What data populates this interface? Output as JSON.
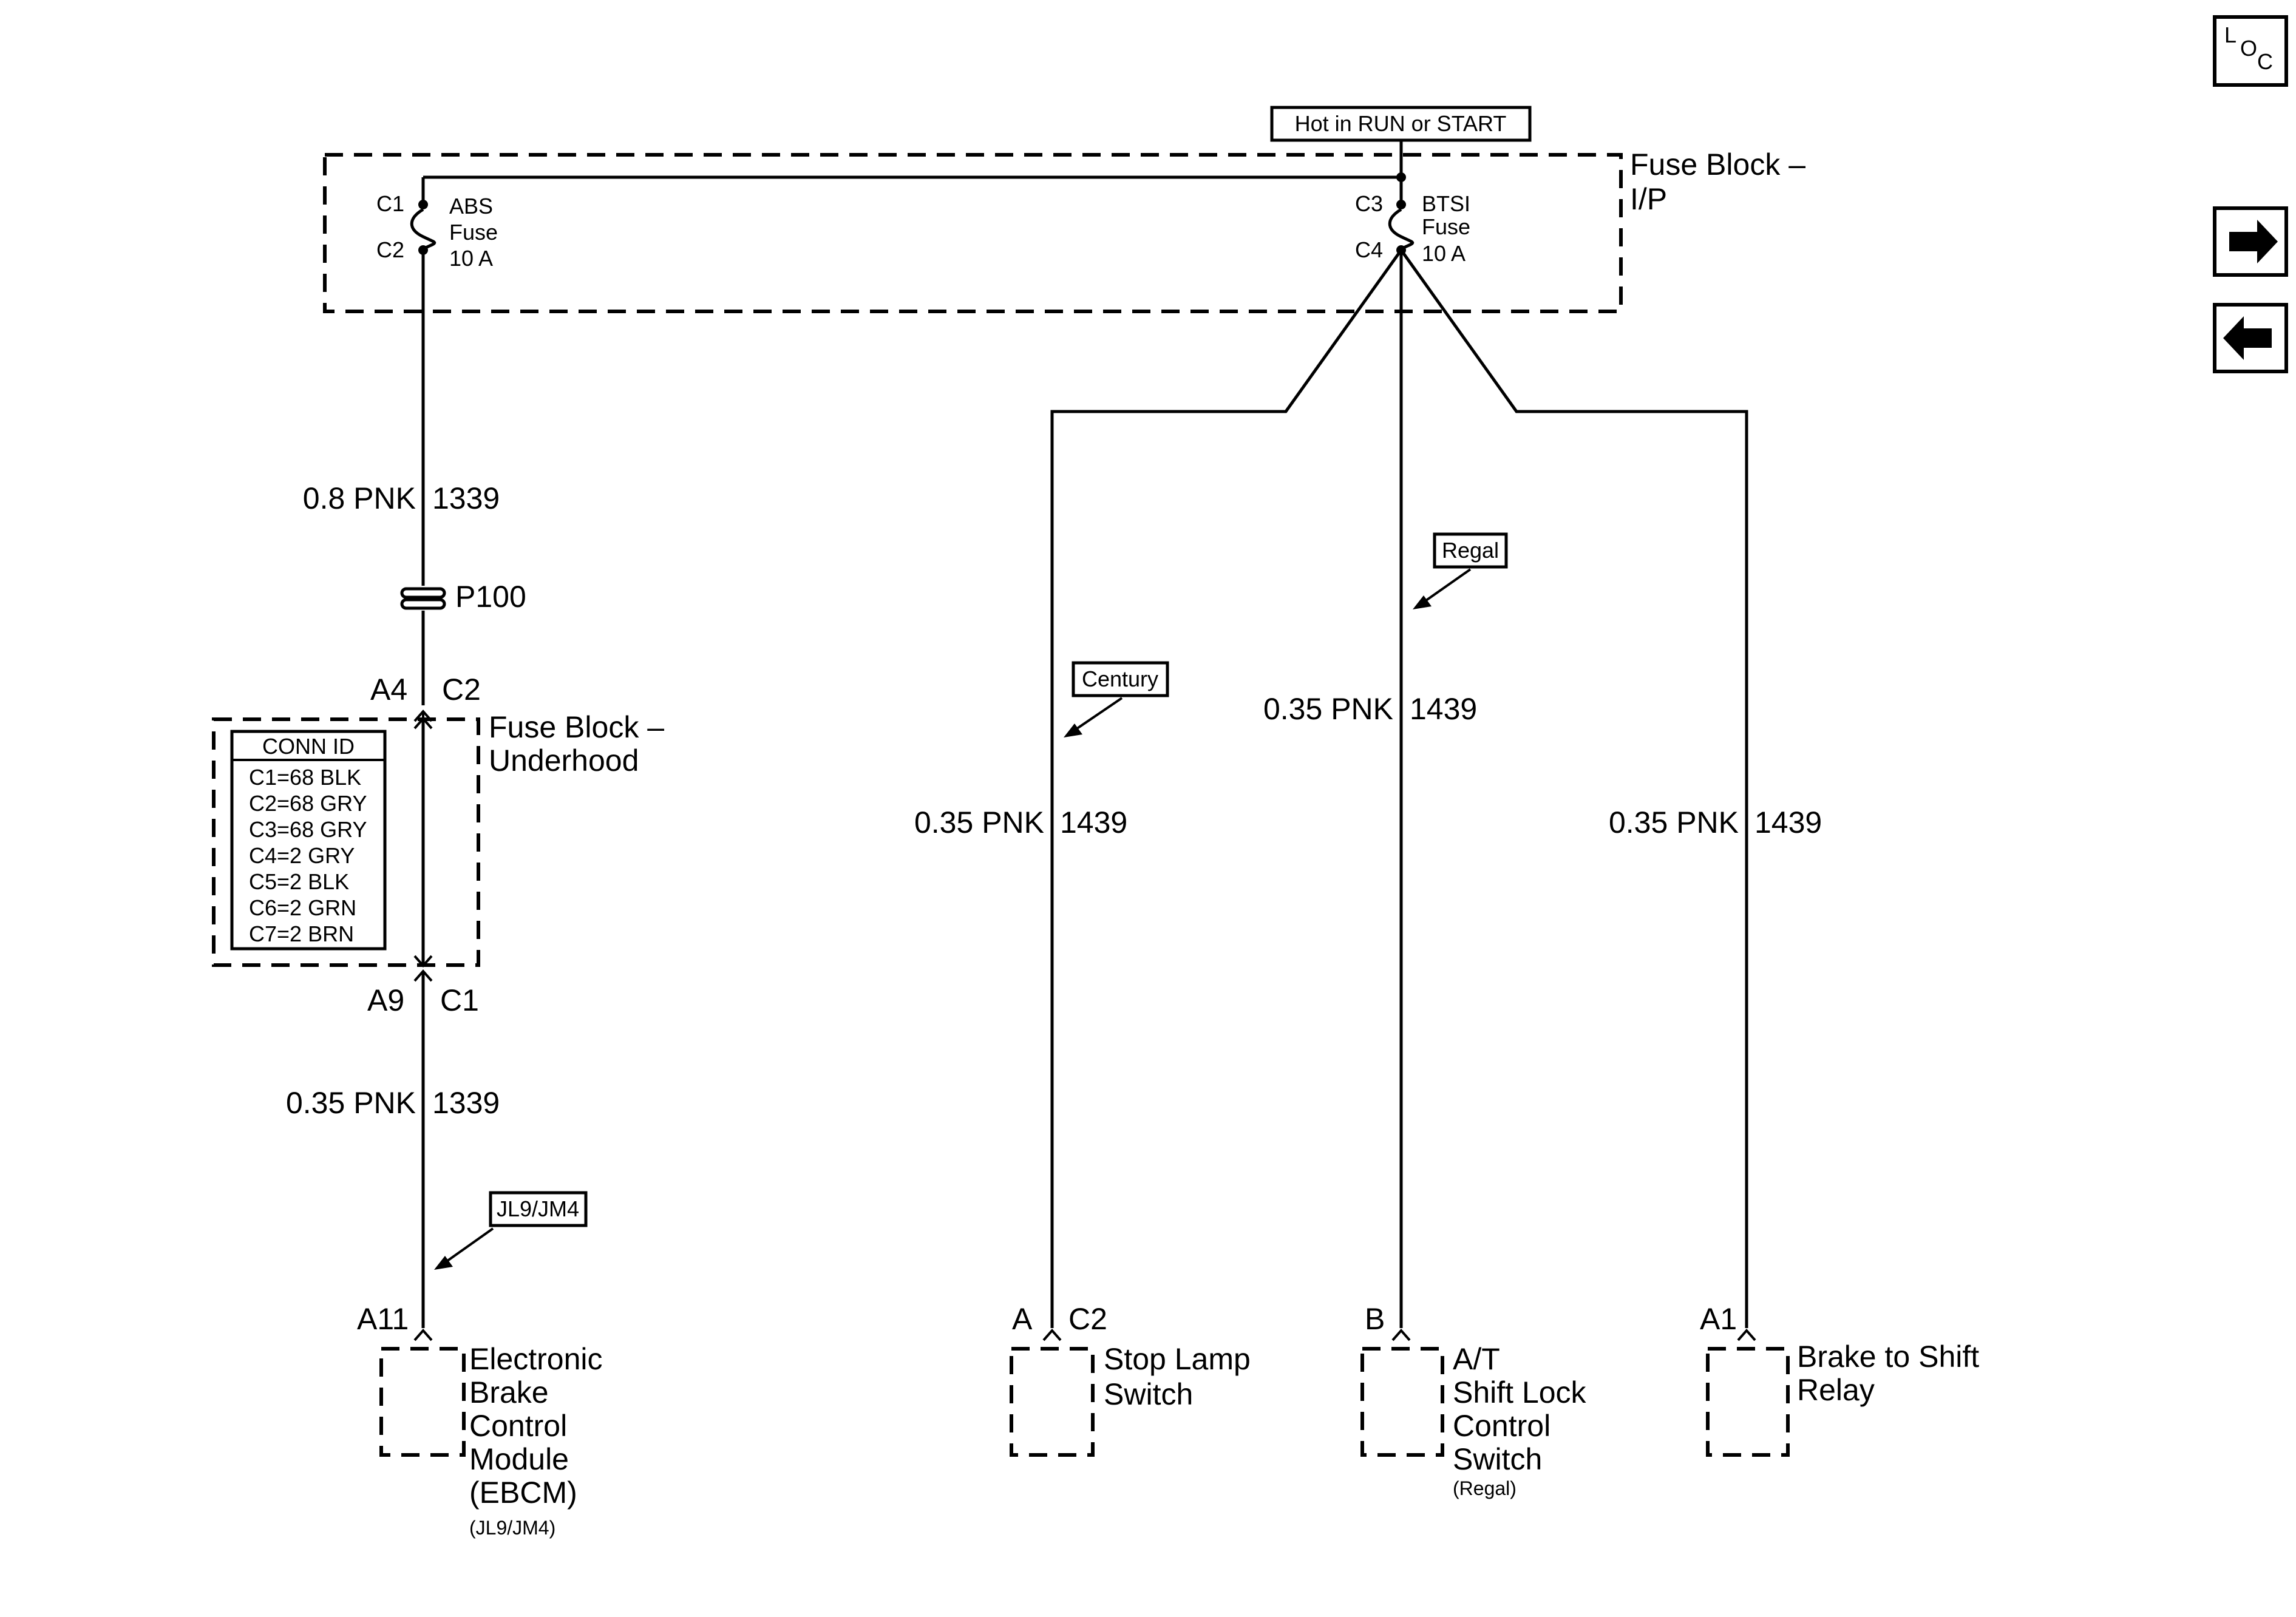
{
  "fuse_block_ip": {
    "title_line1": "Fuse Block –",
    "title_line2": "I/P",
    "hot_label": "Hot in RUN or START",
    "abs_fuse": {
      "in_pin": "C1",
      "out_pin": "C2",
      "line1": "ABS",
      "line2": "Fuse",
      "line3": "10 A"
    },
    "btsi_fuse": {
      "in_pin": "C3",
      "out_pin": "C4",
      "line1": "BTSI",
      "line2": "Fuse",
      "line3": "10 A"
    }
  },
  "wires": {
    "w1339_upper": {
      "size_color": "0.8 PNK",
      "circuit": "1339"
    },
    "w1339_lower": {
      "size_color": "0.35 PNK",
      "circuit": "1339"
    },
    "w1439_left": {
      "size_color": "0.35 PNK",
      "circuit": "1439"
    },
    "w1439_mid": {
      "size_color": "0.35 PNK",
      "circuit": "1439"
    },
    "w1439_right": {
      "size_color": "0.35 PNK",
      "circuit": "1439"
    }
  },
  "splice": {
    "label": "P100"
  },
  "fuse_block_underhood": {
    "title_line1": "Fuse Block –",
    "title_line2": "Underhood",
    "top_pin": "A4",
    "top_conn": "C2",
    "bottom_pin": "A9",
    "bottom_conn": "C1",
    "conn_id": {
      "header": "CONN ID",
      "rows": [
        "C1=68 BLK",
        "C2=68 GRY",
        "C3=68 GRY",
        "C4=2 GRY",
        "C5=2 BLK",
        "C6=2 GRN",
        "C7=2 BRN"
      ]
    }
  },
  "option_tags": {
    "jl9": "JL9/JM4",
    "century": "Century",
    "regal": "Regal"
  },
  "components": {
    "ebcm": {
      "pin": "A11",
      "line1": "Electronic",
      "line2": "Brake",
      "line3": "Control",
      "line4": "Module",
      "line5": "(EBCM)",
      "note": "(JL9/JM4)"
    },
    "stop_lamp": {
      "pin": "A",
      "conn": "C2",
      "line1": "Stop Lamp",
      "line2": "Switch"
    },
    "shift_lock": {
      "pin": "B",
      "line1": "A/T",
      "line2": "Shift Lock",
      "line3": "Control",
      "line4": "Switch",
      "note": "(Regal)"
    },
    "brake_shift": {
      "pin": "A1",
      "line1": "Brake to Shift",
      "line2": "Relay"
    }
  },
  "nav": {
    "loc_l": "L",
    "loc_o": "O",
    "loc_c": "C",
    "next_icon": "arrow-right-icon",
    "prev_icon": "arrow-left-icon"
  }
}
